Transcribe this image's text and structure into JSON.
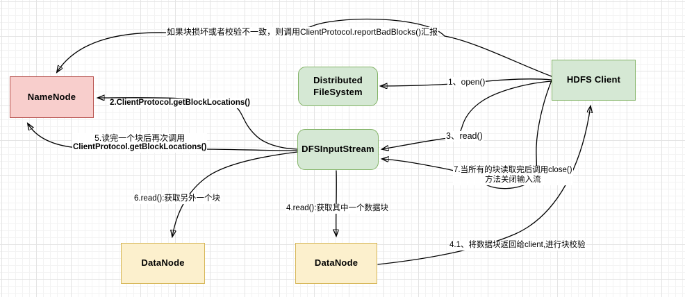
{
  "diagram_type": "hdfs-read-flow",
  "colors": {
    "node_red_fill": "#f8cecc",
    "node_red_stroke": "#b85450",
    "node_green_fill": "#d5e8d4",
    "node_green_stroke": "#82b366",
    "node_yellow_fill": "#fcf0cd",
    "node_yellow_stroke": "#d6b656",
    "edge_stroke": "#000000",
    "grid_minor": "#f3f3f3",
    "grid_major": "#e4e4e4"
  },
  "nodes": {
    "namenode": {
      "label": "NameNode"
    },
    "distributed_filesystem": {
      "label_line1": "Distributed",
      "label_line2": "FileSystem"
    },
    "hdfs_client": {
      "label": "HDFS Client"
    },
    "dfs_input_stream": {
      "label": "DFSInputStream"
    },
    "datanode_left": {
      "label": "DataNode"
    },
    "datanode_right": {
      "label": "DataNode"
    }
  },
  "edge_labels": {
    "report_bad_blocks": "如果块损坏或者校验不一致，则调用ClientProtocol.reportBadBlocks()汇报",
    "step1": "1、open()",
    "step2": "2.ClientProtocol.getBlockLocations()",
    "step3": "3、read()",
    "step4": "4.read():获取其中一个数据块",
    "step41": "4.1、将数据块返回给client,进行块校验",
    "step5_line1": "5.读完一个块后再次调用",
    "step5_line2": "ClientProtocol.getBlockLocations()",
    "step6": "6.read():获取另外一个块",
    "step7_line1": "7.当所有的块读取完后调用close()",
    "step7_line2": "方法关闭输入流"
  }
}
